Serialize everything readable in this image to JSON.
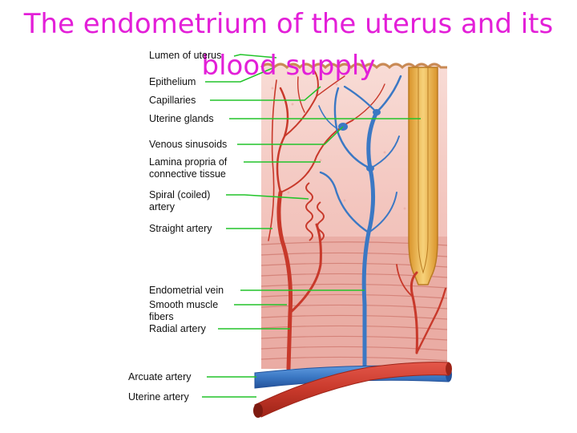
{
  "title": "The endometrium of the uterus and its blood supply",
  "labels": {
    "lumen": "Lumen of uterus",
    "epithelium": "Epithelium",
    "capillaries": "Capillaries",
    "glands": "Uterine glands",
    "sinusoids": "Venous sinusoids",
    "lamina": "Lamina propria of\nconnective tissue",
    "spiral": "Spiral (coiled)\nartery",
    "straight": "Straight artery",
    "vein": "Endometrial vein",
    "smooth": "Smooth muscle\nfibers",
    "radial": "Radial artery",
    "arcuate": "Arcuate artery",
    "uterine": "Uterine artery"
  },
  "colors": {
    "title": "#e31fd8",
    "leader_line": "#22c42a",
    "artery": "#c8392b",
    "vein": "#3b78c4",
    "gland": "#e8b24a",
    "tissue": "#f3c9c4",
    "muscle": "#e8a8a0"
  }
}
